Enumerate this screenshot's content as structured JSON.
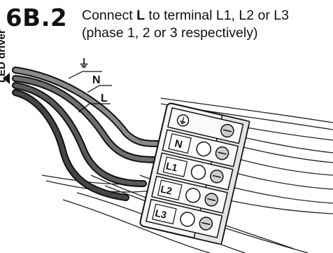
{
  "step": {
    "number": "6B.2",
    "instruction": {
      "prefix": "Connect ",
      "bold": "L",
      "suffix": " to terminal L1, L2 or L3",
      "line2": "(phase 1, 2 or 3 respectively)"
    }
  },
  "diagram": {
    "source_label": "LED driver",
    "wire_labels": {
      "earth_symbol": "⏚",
      "neutral": "N",
      "live": "L"
    },
    "terminal_labels": [
      "N",
      "L1",
      "L2",
      "L3"
    ]
  }
}
